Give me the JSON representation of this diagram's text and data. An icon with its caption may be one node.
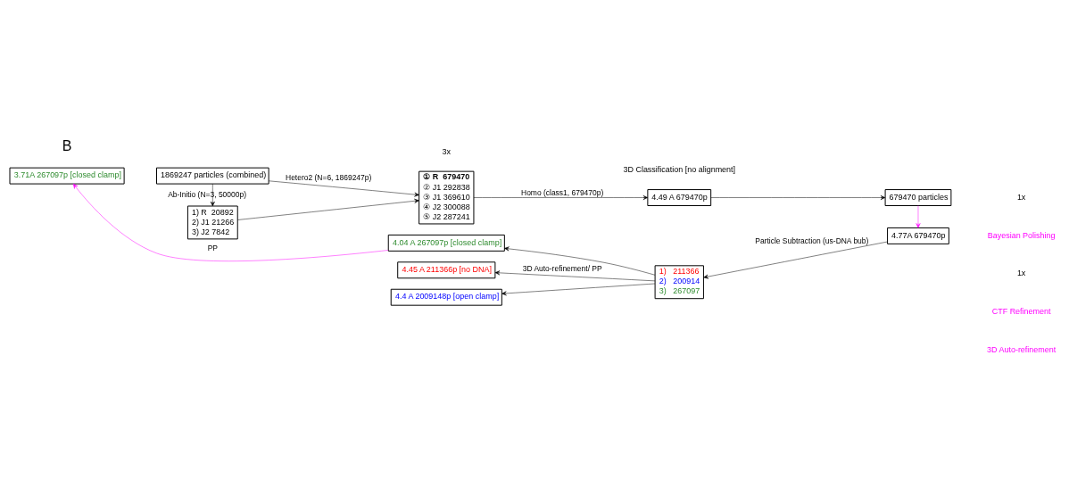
{
  "diagram": {
    "nodes": [
      {
        "text": [
          "1) R  20892",
          "2) J1 21266",
          "3) J2 7842"
        ]
      },
      {
        "text": [
          "1869247 particles (combined)"
        ]
      },
      {
        "text": [
          "① R  679470",
          "② J1 292838",
          "③ J1 369610",
          "④ J2 300088",
          "⑤ J2 287241"
        ]
      },
      {
        "text": [
          "4.49 A 679470p"
        ]
      },
      {
        "text": [
          "679470 particles"
        ]
      },
      {
        "text": [
          "4.77A 679470p"
        ]
      },
      {
        "text": [
          "1)   211366",
          "2)   200914",
          "3)   267097"
        ]
      },
      {
        "text": [
          "4.45 A 211366p [no DNA]"
        ]
      },
      {
        "text": [
          "4.4 A 2009148p [open clamp]"
        ]
      },
      {
        "text": [
          "4.04 A 267097p [closed clamp]"
        ]
      },
      {
        "text": [
          "3.71A 267097p [closed clamp]"
        ]
      }
    ],
    "edges": [
      {
        "from": 1,
        "to": 0,
        "arrow": "to",
        "label": "Ab-Initio (N=3, 50000p)"
      },
      {
        "from": 0,
        "to": 2,
        "arrow": "to"
      },
      {
        "from": 1,
        "to": 2,
        "arrow": "to",
        "label": "Hetero2 (N=6, 1869247p)"
      },
      {
        "from": 2,
        "to": 3,
        "arrow": "to",
        "label": "Homo (class1, 679470p)"
      },
      {
        "from": 3,
        "to": 4,
        "arrow": "to"
      },
      {
        "from": 4,
        "to": 5,
        "arrow": "to",
        "color": "#ff00ff"
      },
      {
        "from": 5,
        "to": 6,
        "arrow": "to",
        "label": "Particle Subtraction (us-DNA bub)"
      },
      {
        "from": 6,
        "to": 7,
        "arrow": "to",
        "label": "3D Auto-refinement/ PP"
      },
      {
        "from": 6,
        "to": 8,
        "arrow": "to"
      },
      {
        "from": 6,
        "to": 9,
        "arrow": "to"
      },
      {
        "from": 9,
        "to": 10,
        "arrow": "to",
        "label": "PP",
        "color": "#ff00ff"
      }
    ],
    "labels": [
      "B",
      "1x",
      "Bayesian Polishing",
      "1x",
      "CTF Refinement",
      "3D Auto-refinement",
      "3D Classification [no alignment]",
      "3x"
    ]
  }
}
